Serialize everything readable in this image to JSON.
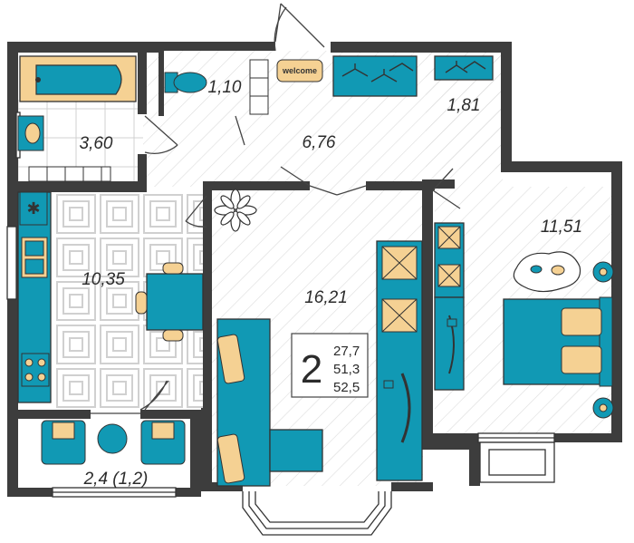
{
  "rooms": {
    "bathroom": "3,60",
    "toilet": "1,10",
    "hall": "6,76",
    "storage": "1,81",
    "kitchen": "10,35",
    "living": "16,21",
    "bedroom": "11,51",
    "balcony": "2,4 (1,2)"
  },
  "summary": {
    "room_count": "2",
    "area_living": "27,7",
    "area_total": "51,3",
    "area_with_balcony": "52,5"
  },
  "mat_text": "welcome",
  "colors": {
    "wall": "#3d3d3d",
    "teal": "#1199b4",
    "wood": "#f5d193",
    "outline": "#333333",
    "hatch": "#d9d9d9",
    "tile": "#cfcfcf"
  }
}
